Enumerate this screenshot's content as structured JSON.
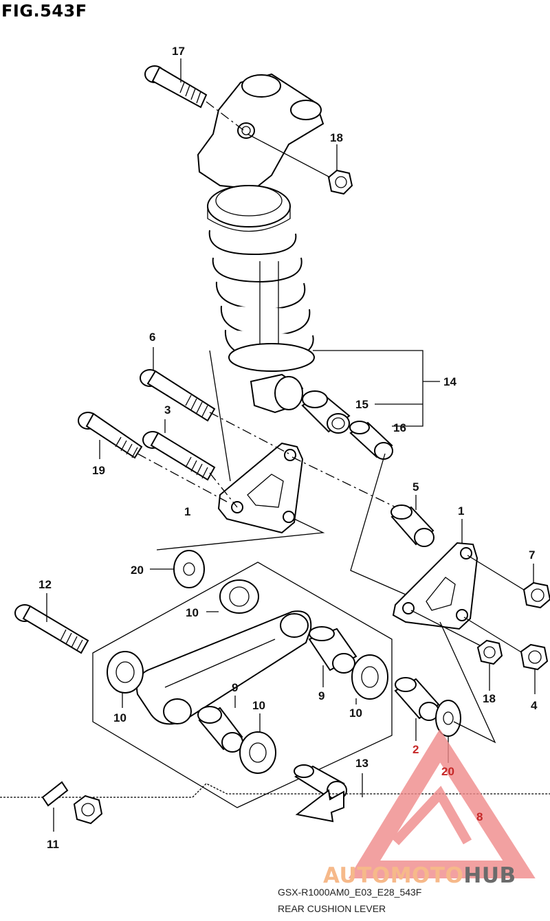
{
  "figure": {
    "title": "FIG.543F"
  },
  "caption": {
    "model_code": "GSX-R1000AM0_E03_E28_543F",
    "name": "REAR CUSHION LEVER"
  },
  "watermark": {
    "text_colored": "AUTOMOTO",
    "text_gray": "HUB",
    "color_logo": "#f08a8a",
    "color_text": "#f6b98a"
  },
  "callouts": [
    {
      "id": "c17",
      "text": "17"
    },
    {
      "id": "c18a",
      "text": "18"
    },
    {
      "id": "c6",
      "text": "6"
    },
    {
      "id": "c14",
      "text": "14"
    },
    {
      "id": "c15",
      "text": "15"
    },
    {
      "id": "c16",
      "text": "16"
    },
    {
      "id": "c3",
      "text": "3"
    },
    {
      "id": "c19",
      "text": "19"
    },
    {
      "id": "c1a",
      "text": "1"
    },
    {
      "id": "c5",
      "text": "5"
    },
    {
      "id": "c1b",
      "text": "1"
    },
    {
      "id": "c7",
      "text": "7"
    },
    {
      "id": "c20a",
      "text": "20"
    },
    {
      "id": "c12",
      "text": "12"
    },
    {
      "id": "c10a",
      "text": "10"
    },
    {
      "id": "c9a",
      "text": "9"
    },
    {
      "id": "c10b",
      "text": "10"
    },
    {
      "id": "c18b",
      "text": "18"
    },
    {
      "id": "c4",
      "text": "4"
    },
    {
      "id": "c10c",
      "text": "10"
    },
    {
      "id": "c9b",
      "text": "9"
    },
    {
      "id": "c10d",
      "text": "10"
    },
    {
      "id": "c2",
      "text": "2"
    },
    {
      "id": "c20b",
      "text": "20"
    },
    {
      "id": "c13",
      "text": "13"
    },
    {
      "id": "c8",
      "text": "8"
    },
    {
      "id": "c11",
      "text": "11"
    }
  ]
}
